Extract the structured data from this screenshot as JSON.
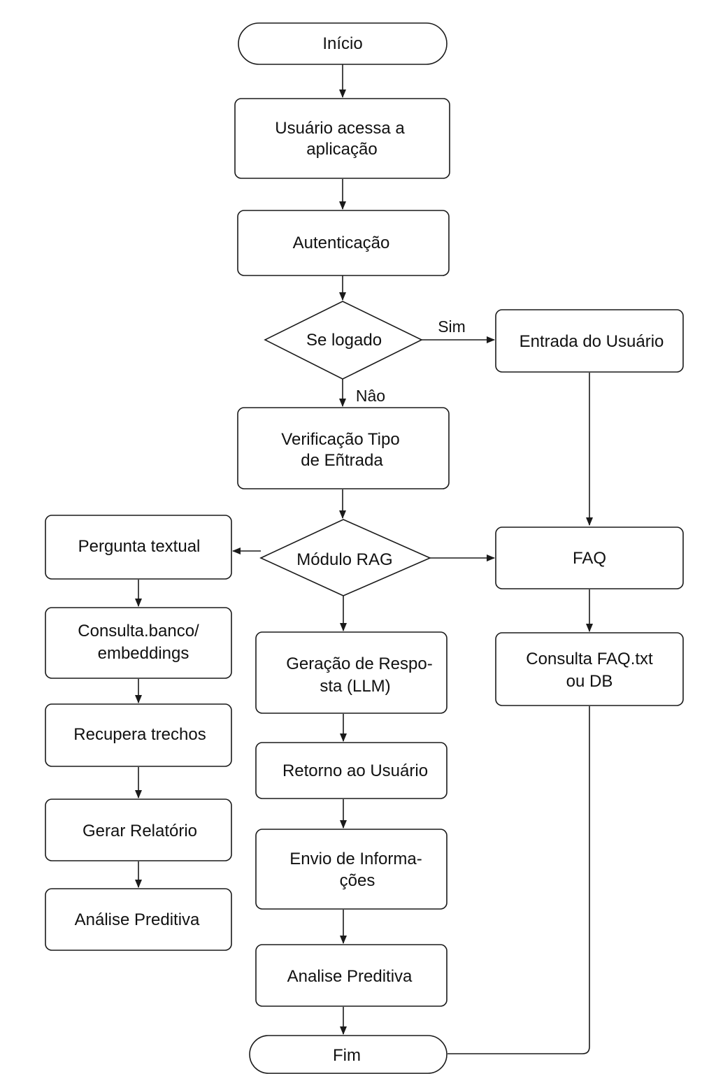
{
  "nodes": {
    "inicio": "Início",
    "usuario_acessa": [
      "Usuário acessa a",
      "aplicação"
    ],
    "autenticacao": "Autenticação",
    "se_logado": "Se logado",
    "entrada_usuario": "Entrada do Usuário",
    "verificacao": [
      "Verificação Tipo",
      "de Eñtrada"
    ],
    "modulo_rag": "Módulo RAG",
    "faq": "FAQ",
    "pergunta_textual": "Pergunta textual",
    "consulta_banco": [
      "Consulta.banco/",
      "embeddings"
    ],
    "recupera_trechos": "Recupera trechos",
    "gerar_relatorio": "Gerar Relatório",
    "analise_preditiva_left": "Análise Preditiva",
    "geracao_resposta": [
      "Geração de Respo-",
      "sta (LLM)"
    ],
    "retorno_usuario": "Retorno ao Usuário",
    "envio_informacoes": [
      "Envio de Informa-",
      "ções"
    ],
    "analise_preditiva_center": "Analise Preditiva",
    "consulta_faq": [
      "Consulta FAQ.txt",
      "ou DB"
    ],
    "fim": "Fim"
  },
  "edge_labels": {
    "sim": "Sim",
    "nao": "Nâo"
  }
}
